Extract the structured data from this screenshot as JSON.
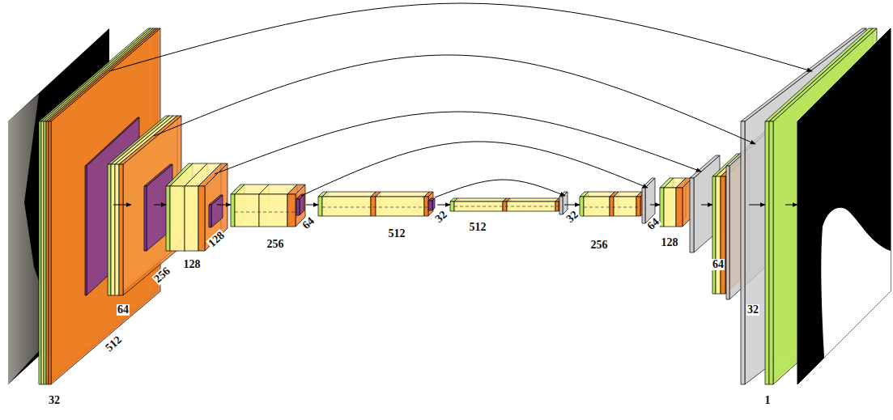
{
  "diagram": {
    "labels": [
      "32",
      "512",
      "64",
      "256",
      "128",
      "128",
      "256",
      "64",
      "512",
      "32",
      "512",
      "32",
      "256",
      "64",
      "128",
      "64",
      "32",
      "1"
    ]
  }
}
